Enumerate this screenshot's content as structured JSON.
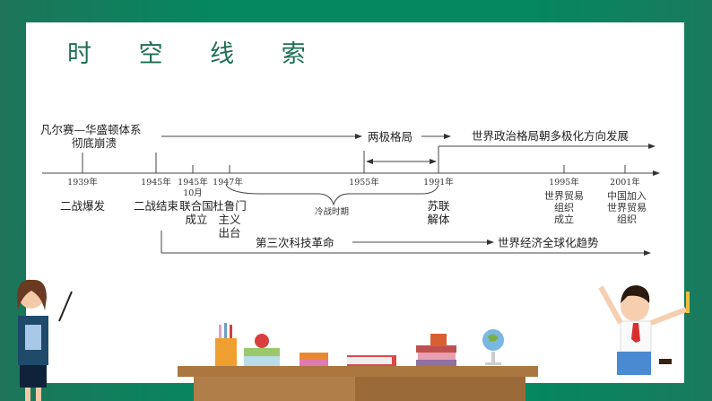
{
  "title": "时 空 线 索",
  "timeline": {
    "top_labels": {
      "versailles_line1": "凡尔赛—华盛顿体系",
      "versailles_line2": "彻底崩溃",
      "bipolar": "两极格局",
      "multipolar": "世界政治格局朝多极化方向发展"
    },
    "ticks": [
      {
        "year": "1939年",
        "event": [
          "二战爆发"
        ]
      },
      {
        "year": "1945年",
        "event": [
          "二战结束"
        ]
      },
      {
        "year": "1945年",
        "month": "10月",
        "event": [
          "联合国",
          "成立"
        ]
      },
      {
        "year": "1947年",
        "event": [
          "杜鲁门",
          "主义",
          "出台"
        ]
      },
      {
        "year": "1955年",
        "event": []
      },
      {
        "year": "1991年",
        "event": [
          "苏联",
          "解体"
        ]
      },
      {
        "year": "1995年",
        "event": [
          "世界贸易",
          "组织",
          "成立"
        ]
      },
      {
        "year": "2001年",
        "event": [
          "中国加入",
          "世界贸易",
          "组织"
        ]
      }
    ],
    "brace_label": "冷战时期",
    "bottom_labels": {
      "tech_revolution": "第三次科技革命",
      "globalization": "世界经济全球化趋势"
    }
  },
  "colors": {
    "frame_green": "#05875f",
    "title_green": "#1e6e55",
    "desk_brown": "#a9773f"
  }
}
